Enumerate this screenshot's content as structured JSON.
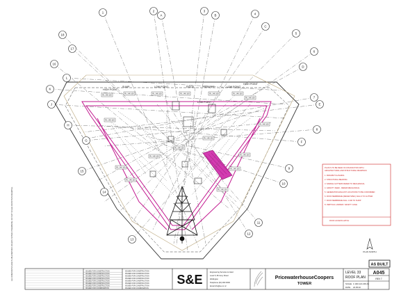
{
  "colors": {
    "line": "#3a3a3a",
    "magenta": "#c2188f",
    "magenta_fill": "#d23bb0",
    "notes_red": "#cc2222",
    "paper": "#ffffff"
  },
  "grid_bubbles": [
    "1",
    "2",
    "3",
    "4",
    "5",
    "6",
    "7",
    "8",
    "9",
    "10",
    "11",
    "12",
    "13",
    "14",
    "15",
    "16",
    "17",
    "18",
    "A",
    "B",
    "C",
    "D",
    "E",
    "F",
    "G",
    "H",
    "J",
    "K",
    "L"
  ],
  "drawing_labels": {
    "high_point": "HIGH POINT",
    "low_point": "LOW POINT",
    "sump": "SUMP",
    "ridge": "RIDGE",
    "parapet": "PARAPET",
    "rl": "RL 148.100"
  },
  "notes": {
    "heading_lines": [
      "PLAN IS TO BE READ IN CONJUNCTION WITH",
      "ARCHITECTURAL AND STRUCTURAL DRAWINGS"
    ],
    "items": [
      "1. PARAPET FLASHING",
      "2. STRUCTURAL BEARING",
      "3. SADDLE GUTTERS REFER TO MECHANICAL",
      "4. GRAVITY FEED - REFER MECHANICAL",
      "5. GENERATOR EXHAUST LOCATIONS TO BE CONFIRMED",
      "6. ROOF MEMBRANE (REFER SPEC) FALLS TO GUTTER",
      "7. ROOF MEMBRANE FALL 1:100 TO SUMP",
      "8. VERTICAL LADDER / SAFETY CAGE"
    ],
    "footer": "ROOF ACCESS HATCH"
  },
  "north_label": "PLAN NORTH",
  "as_built": "AS BUILT",
  "title_block": {
    "logo": "S&E",
    "company_lines": [
      "Engineering Services Limited",
      "Level 5, 80 Grey Street",
      "Wellington",
      "Telephone (04) 000 0000",
      "Email info@se.co.nz"
    ],
    "client": "PricewaterhouseCoopers",
    "client_sub": "TOWER",
    "sheet_title_lines": [
      "LEVEL 33",
      "ROOF PLAN"
    ],
    "drawing_no": "A045",
    "revision": "REV 7",
    "scale_label": "SCALE",
    "scale_value": "1:100 A1/1:200 A3",
    "date_label": "DATE",
    "date_value": "24.05.02"
  },
  "revisions": [
    "ISSUED FOR CONSTRUCTION",
    "ISSUED FOR CONSTRUCTION",
    "ISSUED FOR CONSTRUCTION",
    "ISSUED FOR CONSTRUCTION",
    "ISSUED FOR CONSTRUCTION",
    "ISSUED FOR CONSTRUCTION",
    "ISSUED FOR CONSTRUCTION",
    "ISSUED FOR COORDINATION"
  ],
  "margin_note": "ALL DIMENSIONS ARE IN MILLIMETRES UNLESS NOTED OTHERWISE. DO NOT SCALE FROM THIS DRAWING."
}
